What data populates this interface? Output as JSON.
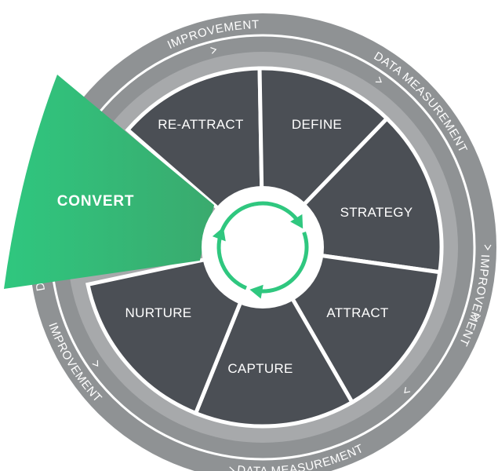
{
  "segments": [
    {
      "id": "re-attract",
      "label": "RE-ATTRACT",
      "highlighted": false
    },
    {
      "id": "define",
      "label": "DEFINE",
      "highlighted": false
    },
    {
      "id": "strategy",
      "label": "STRATEGY",
      "highlighted": false
    },
    {
      "id": "attract",
      "label": "ATTRACT",
      "highlighted": false
    },
    {
      "id": "capture",
      "label": "CAPTURE",
      "highlighted": false
    },
    {
      "id": "nurture",
      "label": "NURTURE",
      "highlighted": false
    },
    {
      "id": "convert",
      "label": "CONVERT",
      "highlighted": true
    }
  ],
  "ring_labels": {
    "improvement_top": "IMPROVEMENT",
    "data_measurement_top_right": "DATA MEASUREMENT",
    "improvement_right": "IMPROVEMENT",
    "data_measurement_bottom_right": "DATA MEASUREMENT",
    "improvement_bottom_left": "IMPROVEMENT",
    "data_measurement_left_fragment": "D"
  },
  "colors": {
    "segment_fill": "#4b4f55",
    "segment_divider": "#ffffff",
    "outer_ring": "#8f9294",
    "inner_ring": "#a7a9ab",
    "highlight_green": "#2fc77f",
    "highlight_green_dark": "#3aaa6e",
    "cycle_arrows": "#2fc77f",
    "label_text": "#ffffff"
  },
  "icons": {
    "center": "circular-cycle-arrows-icon",
    "ring_markers": "chevron-icon"
  }
}
